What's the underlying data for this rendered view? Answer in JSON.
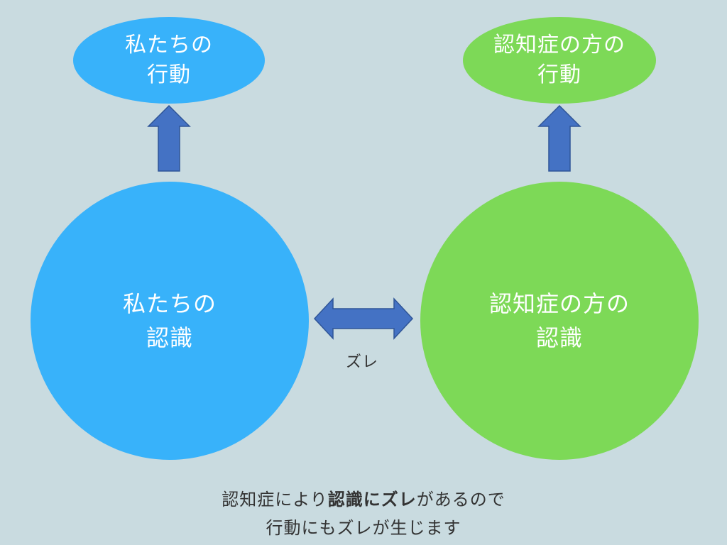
{
  "left": {
    "behavior": {
      "line1": "私たちの",
      "line2": "行動"
    },
    "perception": {
      "line1": "私たちの",
      "line2": "認識"
    }
  },
  "right": {
    "behavior": {
      "line1": "認知症の方の",
      "line2": "行動"
    },
    "perception": {
      "line1": "認知症の方の",
      "line2": "認識"
    }
  },
  "gap_label": "ズレ",
  "caption": {
    "line1_pre": "認知症により",
    "line1_bold": "認識にズレ",
    "line1_post": "があるので",
    "line2": "行動にもズレが生じます"
  },
  "colors": {
    "background": "#c9dbe0",
    "left_shapes": "#38b2fa",
    "right_shapes": "#7dd957",
    "arrows": "#4472c4",
    "arrow_outline": "#2f5597",
    "text_on_shapes": "#ffffff",
    "caption_text": "#333333"
  }
}
